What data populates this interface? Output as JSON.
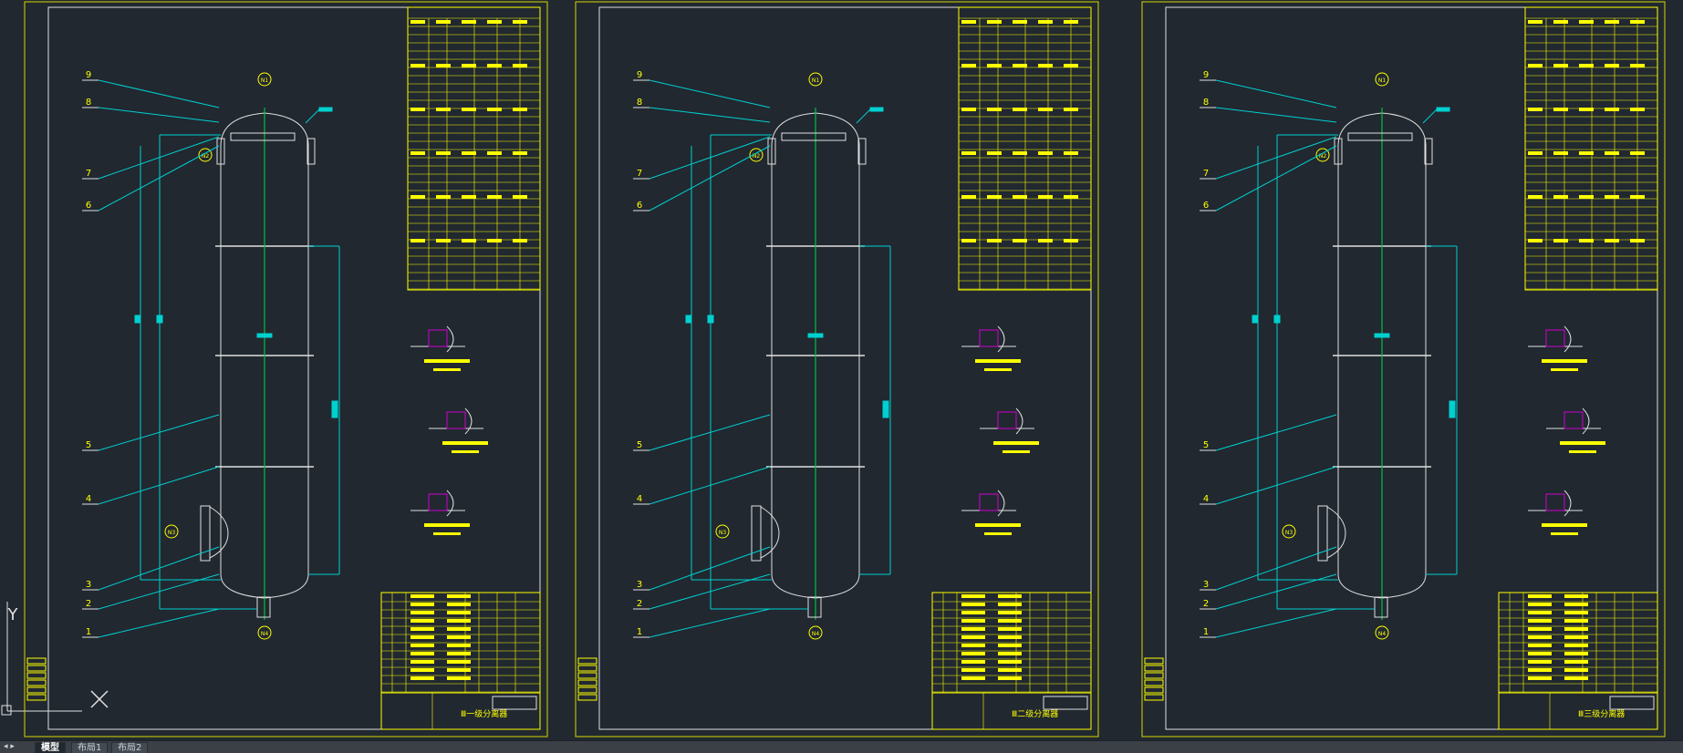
{
  "app": {
    "colors": {
      "background": "#212830",
      "frame": "#d8d800",
      "vessel": "#e0e0e0",
      "cyan": "#00d0d0",
      "green": "#00c040",
      "yellow": "#ffff00",
      "magenta": "#d000d0"
    }
  },
  "sheets": [
    {
      "title_label": "Ⅲ一级分离器"
    },
    {
      "title_label": "Ⅲ二级分离器"
    },
    {
      "title_label": "Ⅲ三级分离器"
    }
  ],
  "callouts": [
    "9",
    "8",
    "7",
    "6",
    "5",
    "4",
    "3",
    "2",
    "1"
  ],
  "nozzles": {
    "top": "N1",
    "side_top": "N2",
    "side_bottom": "N3",
    "bottom": "N4"
  },
  "ucs": {
    "y_label": "Y"
  },
  "tabs": {
    "nav_label": "◂ ▸",
    "items": [
      {
        "label": "模型",
        "active": true
      },
      {
        "label": "布局1",
        "active": false
      },
      {
        "label": "布局2",
        "active": false
      }
    ]
  }
}
